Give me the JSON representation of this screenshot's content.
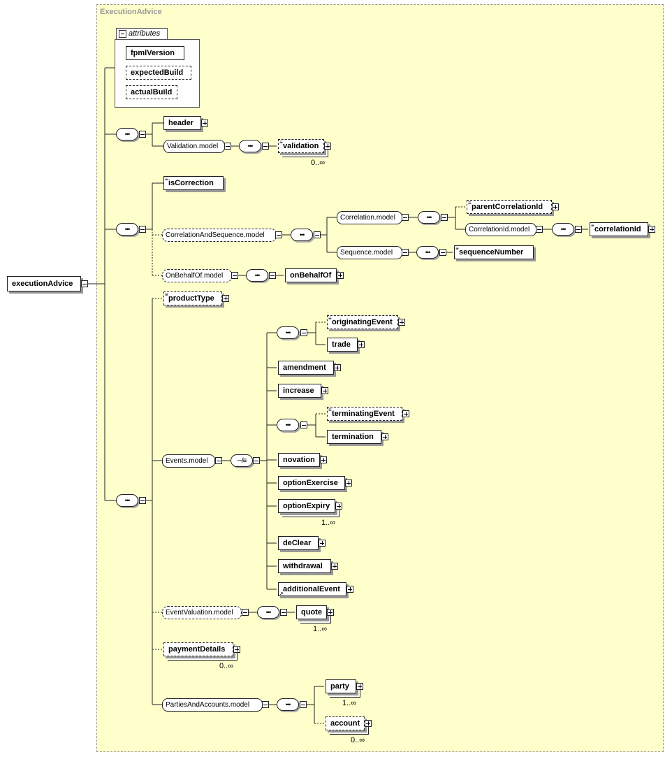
{
  "frame": {
    "title": "ExecutionAdvice"
  },
  "attributes": {
    "label": "attributes",
    "items": [
      "fpmlVersion",
      "expectedBuild",
      "actualBuild"
    ]
  },
  "nodes": {
    "root": "executionAdvice",
    "header": "header",
    "validation_model": "Validation.model",
    "validation": "validation",
    "isCorrection": "isCorrection",
    "correlation_and_sequence_model": "CorrelationAndSequence.model",
    "correlation_model": "Correlation.model",
    "parentCorrelationId": "parentCorrelationId",
    "correlationId_model": "CorrelationId.model",
    "correlationId": "correlationId",
    "sequence_model": "Sequence.model",
    "sequenceNumber": "sequenceNumber",
    "onBehalfOf_model": "OnBehalfOf.model",
    "onBehalfOf": "onBehalfOf",
    "productType": "productType",
    "events_model": "Events.model",
    "originatingEvent": "originatingEvent",
    "trade": "trade",
    "amendment": "amendment",
    "increase": "increase",
    "terminatingEvent": "terminatingEvent",
    "termination": "termination",
    "novation": "novation",
    "optionExercise": "optionExercise",
    "optionExpiry": "optionExpiry",
    "deClear": "deClear",
    "withdrawal": "withdrawal",
    "additionalEvent": "additionalEvent",
    "eventValuation_model": "EventValuation.model",
    "quote": "quote",
    "paymentDetails": "paymentDetails",
    "partiesAndAccounts_model": "PartiesAndAccounts.model",
    "party": "party",
    "account": "account"
  },
  "cardinalities": {
    "validation": "0..∞",
    "optionExpiry": "1..∞",
    "quote": "1..∞",
    "paymentDetails": "0..∞",
    "party": "1..∞",
    "account": "0..∞"
  }
}
